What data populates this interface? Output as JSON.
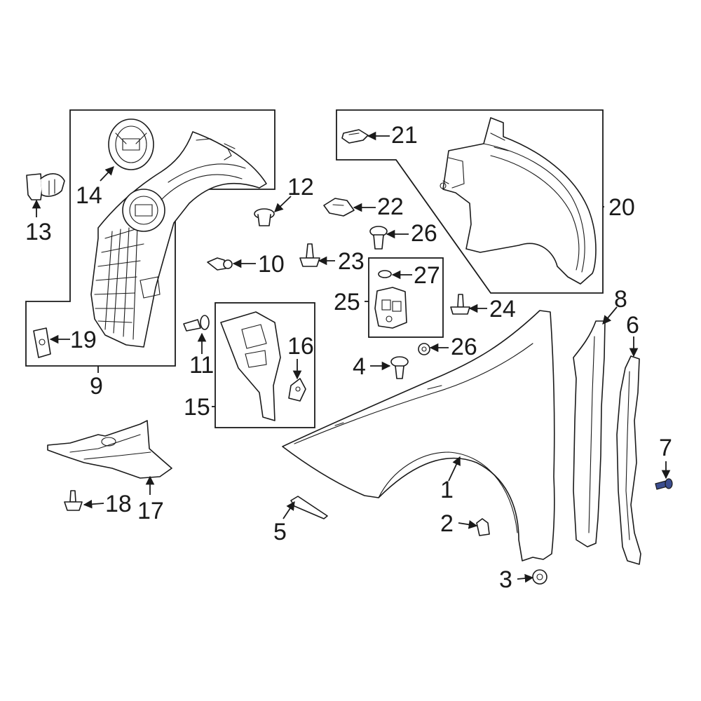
{
  "callouts": [
    {
      "id": "c1",
      "text": "1"
    },
    {
      "id": "c2",
      "text": "2"
    },
    {
      "id": "c3",
      "text": "3"
    },
    {
      "id": "c4",
      "text": "4"
    },
    {
      "id": "c5",
      "text": "5"
    },
    {
      "id": "c6",
      "text": "6"
    },
    {
      "id": "c7",
      "text": "7"
    },
    {
      "id": "c8",
      "text": "8"
    },
    {
      "id": "c9",
      "text": "9"
    },
    {
      "id": "c10",
      "text": "10"
    },
    {
      "id": "c11",
      "text": "11"
    },
    {
      "id": "c12",
      "text": "12"
    },
    {
      "id": "c13",
      "text": "13"
    },
    {
      "id": "c14",
      "text": "14"
    },
    {
      "id": "c15",
      "text": "15"
    },
    {
      "id": "c16",
      "text": "16"
    },
    {
      "id": "c17",
      "text": "17"
    },
    {
      "id": "c18",
      "text": "18"
    },
    {
      "id": "c19",
      "text": "19"
    },
    {
      "id": "c20",
      "text": "20"
    },
    {
      "id": "c21",
      "text": "21"
    },
    {
      "id": "c22",
      "text": "22"
    },
    {
      "id": "c23",
      "text": "23"
    },
    {
      "id": "c24",
      "text": "24"
    },
    {
      "id": "c25",
      "text": "25"
    },
    {
      "id": "c26a",
      "text": "26"
    },
    {
      "id": "c26b",
      "text": "26"
    },
    {
      "id": "c27",
      "text": "27"
    }
  ],
  "colors": {
    "line": "#1a1a1a",
    "background": "#ffffff",
    "highlight": "#3b4d8f"
  }
}
